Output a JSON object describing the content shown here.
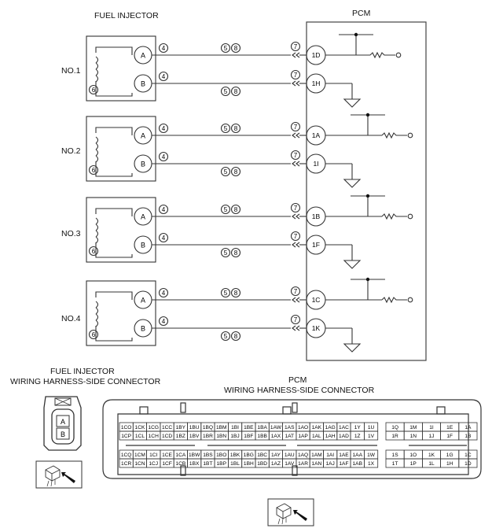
{
  "titles": {
    "fuel_injector": "FUEL INJECTOR",
    "pcm": "PCM",
    "inj_conn_line1": "FUEL INJECTOR",
    "inj_conn_line2": "WIRING HARNESS-SIDE CONNECTOR",
    "pcm_conn_line1": "PCM",
    "pcm_conn_line2": "WIRING HARNESS-SIDE CONNECTOR"
  },
  "symbols": {
    "c4": "4",
    "c5": "5",
    "c6": "6",
    "c7": "7",
    "c8": "8",
    "pin_a": "A",
    "pin_b": "B"
  },
  "injectors": [
    {
      "label": "NO.1",
      "terminal_a": "1D",
      "terminal_b": "1H"
    },
    {
      "label": "NO.2",
      "terminal_a": "1A",
      "terminal_b": "1I"
    },
    {
      "label": "NO.3",
      "terminal_a": "1B",
      "terminal_b": "1F"
    },
    {
      "label": "NO.4",
      "terminal_a": "1C",
      "terminal_b": "1K"
    }
  ],
  "pcm_connector": {
    "top_block": {
      "row1": [
        "1CO",
        "1CK",
        "1CG",
        "1CC",
        "1BY",
        "1BU",
        "1BQ",
        "1BM",
        "1BI",
        "1BE",
        "1BA",
        "1AW",
        "1AS",
        "1AO",
        "1AK",
        "1AG",
        "1AC",
        "1Y",
        "1U"
      ],
      "row2": [
        "1CP",
        "1CL",
        "1CH",
        "1CD",
        "1BZ",
        "1BV",
        "1BR",
        "1BN",
        "1BJ",
        "1BF",
        "1BB",
        "1AX",
        "1AT",
        "1AP",
        "1AL",
        "1AH",
        "1AD",
        "1Z",
        "1V"
      ]
    },
    "top_right": {
      "row1": [
        "1Q",
        "1M",
        "1I",
        "1E",
        "1A"
      ],
      "row2": [
        "1R",
        "1N",
        "1J",
        "1F",
        "1B"
      ]
    },
    "bottom_block": {
      "row1": [
        "1CQ",
        "1CM",
        "1CI",
        "1CE",
        "1CA",
        "1BW",
        "1BS",
        "1BO",
        "1BK",
        "1BG",
        "1BC",
        "1AY",
        "1AU",
        "1AQ",
        "1AM",
        "1AI",
        "1AE",
        "1AA",
        "1W"
      ],
      "row2": [
        "1CR",
        "1CN",
        "1CJ",
        "1CF",
        "1CB",
        "1BX",
        "1BT",
        "1BP",
        "1BL",
        "1BH",
        "1BD",
        "1AZ",
        "1AV",
        "1AR",
        "1AN",
        "1AJ",
        "1AF",
        "1AB",
        "1X"
      ]
    },
    "bottom_right": {
      "row1": [
        "1S",
        "1O",
        "1K",
        "1G",
        "1C"
      ],
      "row2": [
        "1T",
        "1P",
        "1L",
        "1H",
        "1D"
      ]
    }
  }
}
